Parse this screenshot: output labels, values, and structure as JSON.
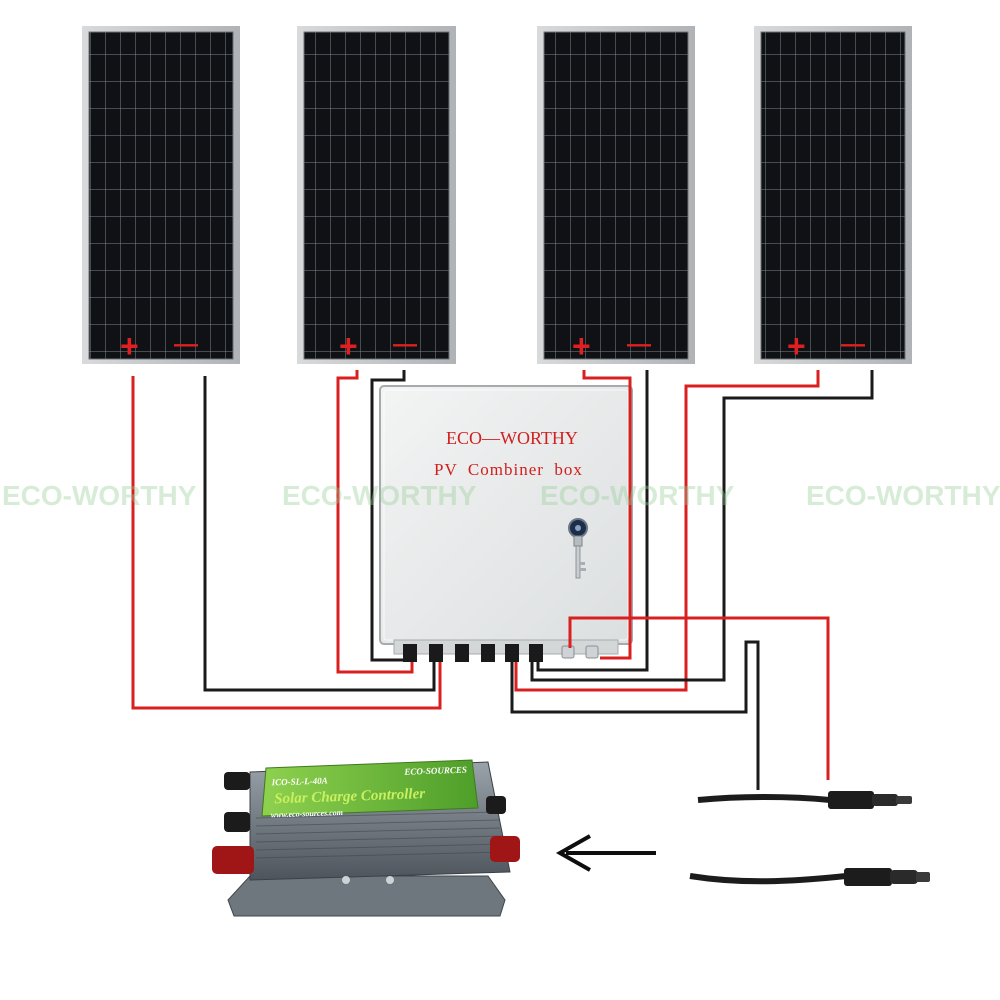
{
  "watermark": {
    "brand": "ECO-WORTHY"
  },
  "combiner_box": {
    "brand": "ECO—WORTHY",
    "label": "PV  Combiner  box"
  },
  "panels": [
    {
      "plus": "+",
      "minus": "—"
    },
    {
      "plus": "+",
      "minus": "—"
    },
    {
      "plus": "+",
      "minus": "—"
    },
    {
      "plus": "+",
      "minus": "—"
    }
  ],
  "charge_controller": {
    "model": "ICO-SL-L-40A",
    "title": "Solar Charge Controller",
    "website": "www.eco-sources.com",
    "brand": "ECO-SOURCES"
  },
  "colors": {
    "positive_wire": "#d91f1f",
    "negative_wire": "#1a1a1a",
    "panel_cell": "#0f1115",
    "panel_frame": "#c8cacc",
    "box_body": "#eceeee",
    "controller_label": "#66bb33"
  },
  "icons": [
    "arrow-left-icon",
    "key-icon",
    "mc4-connector-icon"
  ]
}
